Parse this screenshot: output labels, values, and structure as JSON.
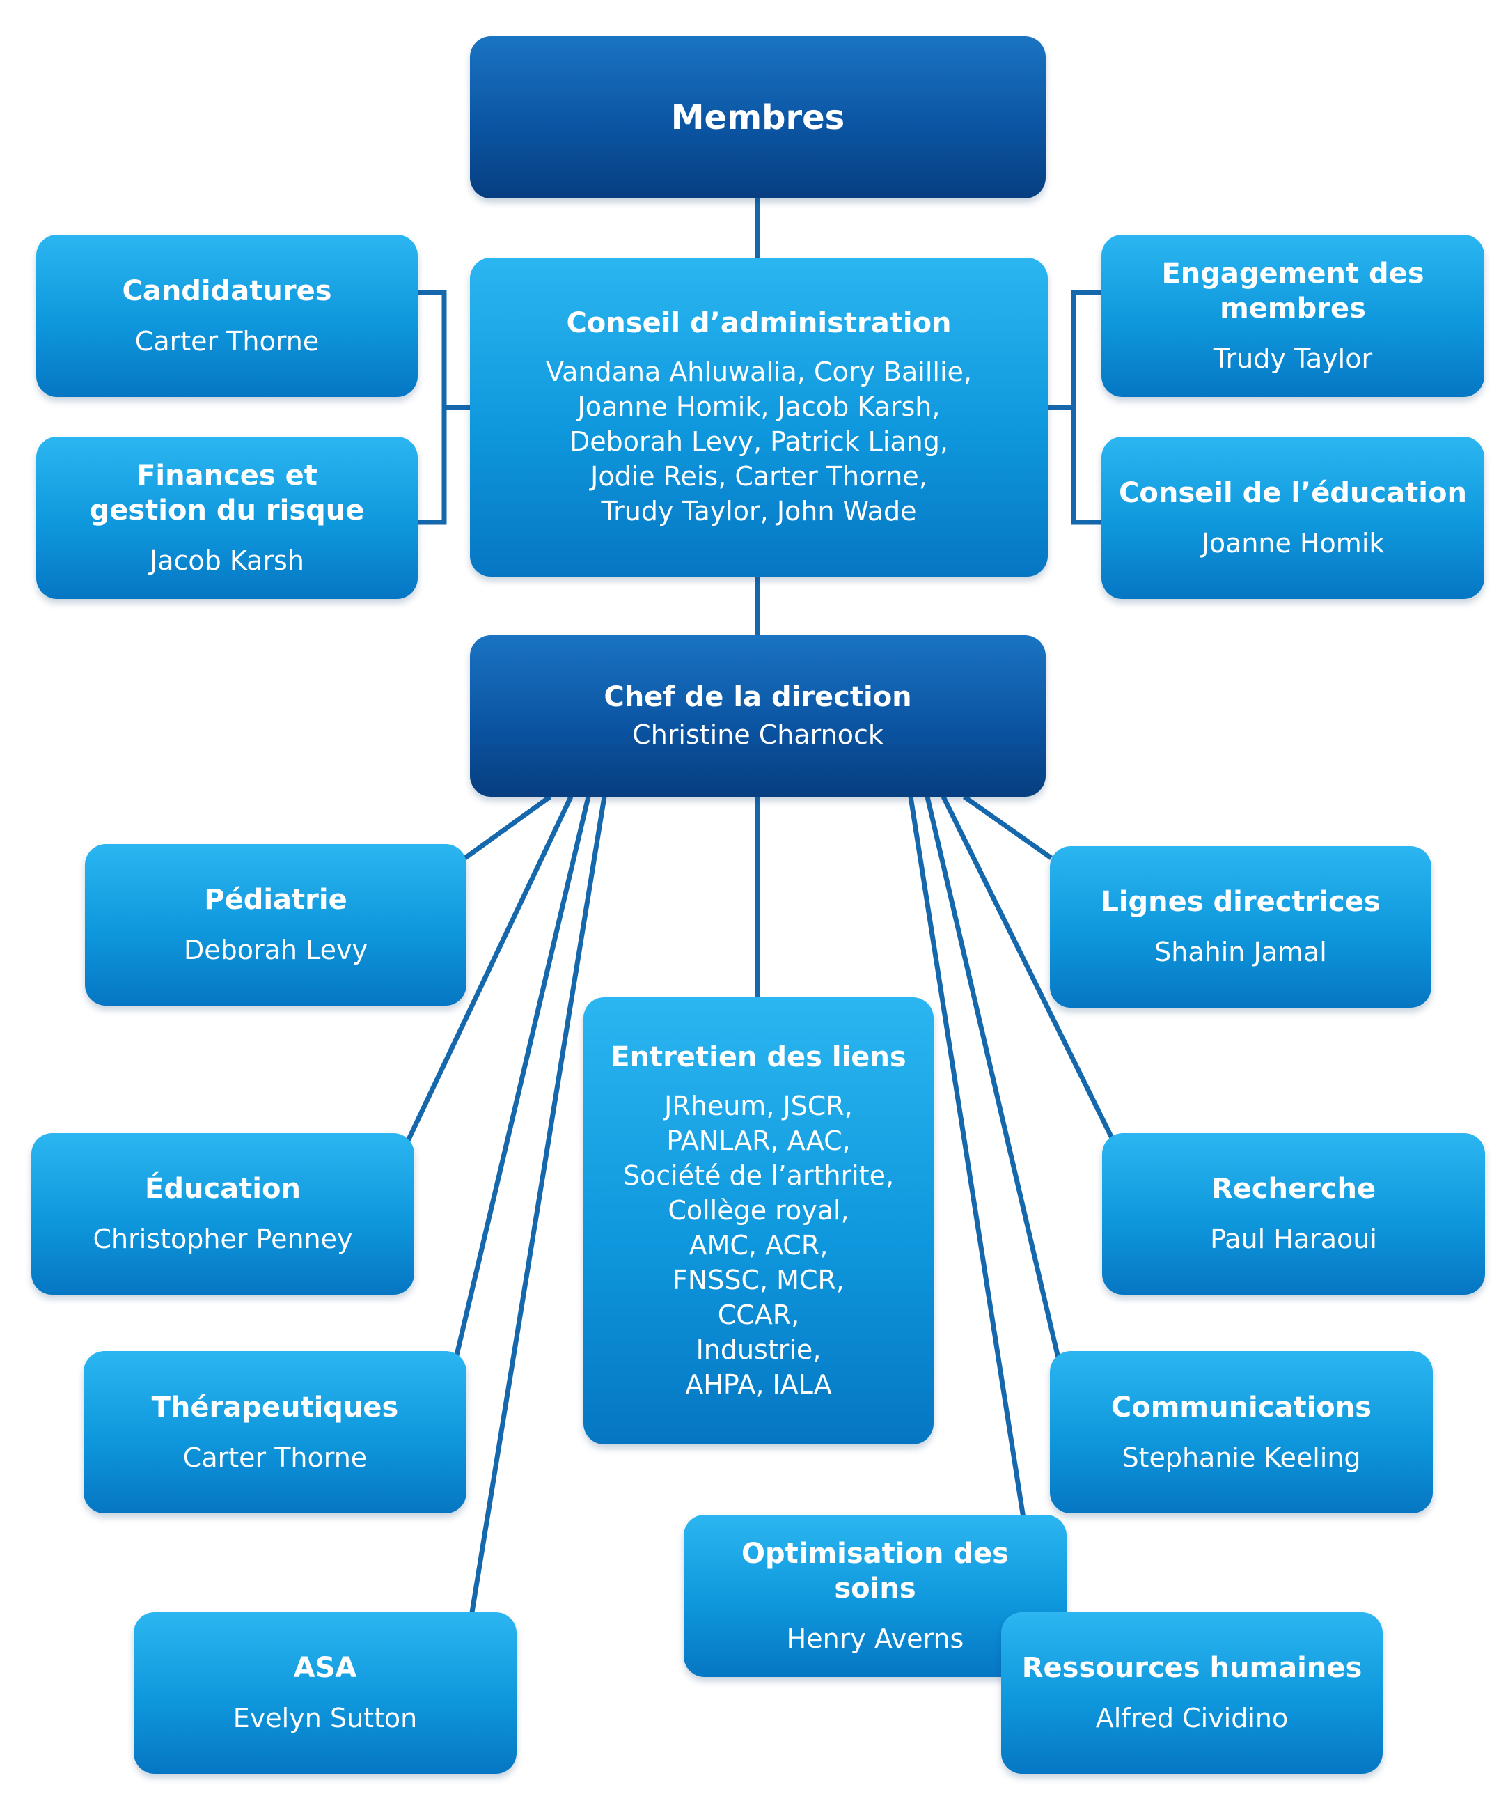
{
  "colors": {
    "connector": "#1668ad",
    "box_light": "#0e97dc",
    "box_dark": "#0b55a3"
  },
  "nodes": {
    "membres": {
      "title": "Membres"
    },
    "conseil": {
      "title": "Conseil d’administration",
      "members": "Vandana Ahluwalia, Cory Baillie,\nJoanne Homik, Jacob Karsh,\nDeborah Levy, Patrick Liang,\nJodie Reis, Carter Thorne,\nTrudy Taylor, John Wade"
    },
    "candidatures": {
      "title": "Candidatures",
      "person": "Carter Thorne"
    },
    "finances": {
      "title": "Finances et\ngestion du risque",
      "person": "Jacob Karsh"
    },
    "engagement": {
      "title": "Engagement des\nmembres",
      "person": "Trudy Taylor"
    },
    "education_council": {
      "title": "Conseil de l’éducation",
      "person": "Joanne Homik"
    },
    "chef": {
      "title": "Chef de la direction",
      "person": "Christine Charnock"
    },
    "pediatrie": {
      "title": "Pédiatrie",
      "person": "Deborah Levy"
    },
    "lignes": {
      "title": "Lignes directrices",
      "person": "Shahin Jamal"
    },
    "entretien": {
      "title": "Entretien des liens",
      "members": "JRheum, JSCR,\nPANLAR, AAC,\nSociété de l’arthrite,\nCollège royal,\nAMC, ACR,\nFNSSC, MCR,\nCCAR,\nIndustrie,\nAHPA, IALA"
    },
    "education": {
      "title": "Éducation",
      "person": "Christopher Penney"
    },
    "recherche": {
      "title": "Recherche",
      "person": "Paul Haraoui"
    },
    "therapeutiques": {
      "title": "Thérapeutiques",
      "person": "Carter Thorne"
    },
    "communications": {
      "title": "Communications",
      "person": "Stephanie Keeling"
    },
    "optimisation": {
      "title": "Optimisation des\nsoins",
      "person": "Henry Averns"
    },
    "asa": {
      "title": "ASA",
      "person": "Evelyn Sutton"
    },
    "rh": {
      "title": "Ressources humaines",
      "person": "Alfred Cividino"
    }
  }
}
